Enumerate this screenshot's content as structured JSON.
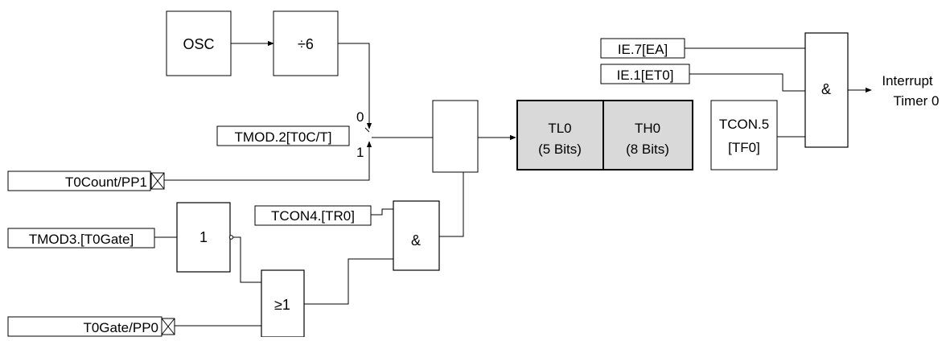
{
  "colors": {
    "line": "#000000",
    "background": "#ffffff",
    "register_fill": "#d9d9d9"
  },
  "blocks": {
    "osc": "OSC",
    "divider": "÷6",
    "tl0_name": "TL0",
    "tl0_bits": "(5 Bits)",
    "th0_name": "TH0",
    "th0_bits": "(8 Bits)",
    "tf0_name": "TCON.5",
    "tf0_bits": "[TF0]",
    "and_gate_run": "&",
    "and_gate_interrupt": "&",
    "not_gate": "1",
    "or_gate": "≥1"
  },
  "signals": {
    "tmod_c_t": "TMOD.2[T0C/T]",
    "t0count": "T0Count/PP1",
    "tcon_tr0": "TCON4.[TR0]",
    "tmod_gate": "TMOD3.[T0Gate]",
    "t0gate": "T0Gate/PP0",
    "ie_ea": "IE.7[EA]",
    "ie_et0": "IE.1[ET0]"
  },
  "mux_labels": {
    "zero": "0",
    "one": "1"
  },
  "output": {
    "line1": "Interrupt",
    "line2": "Timer 0"
  }
}
